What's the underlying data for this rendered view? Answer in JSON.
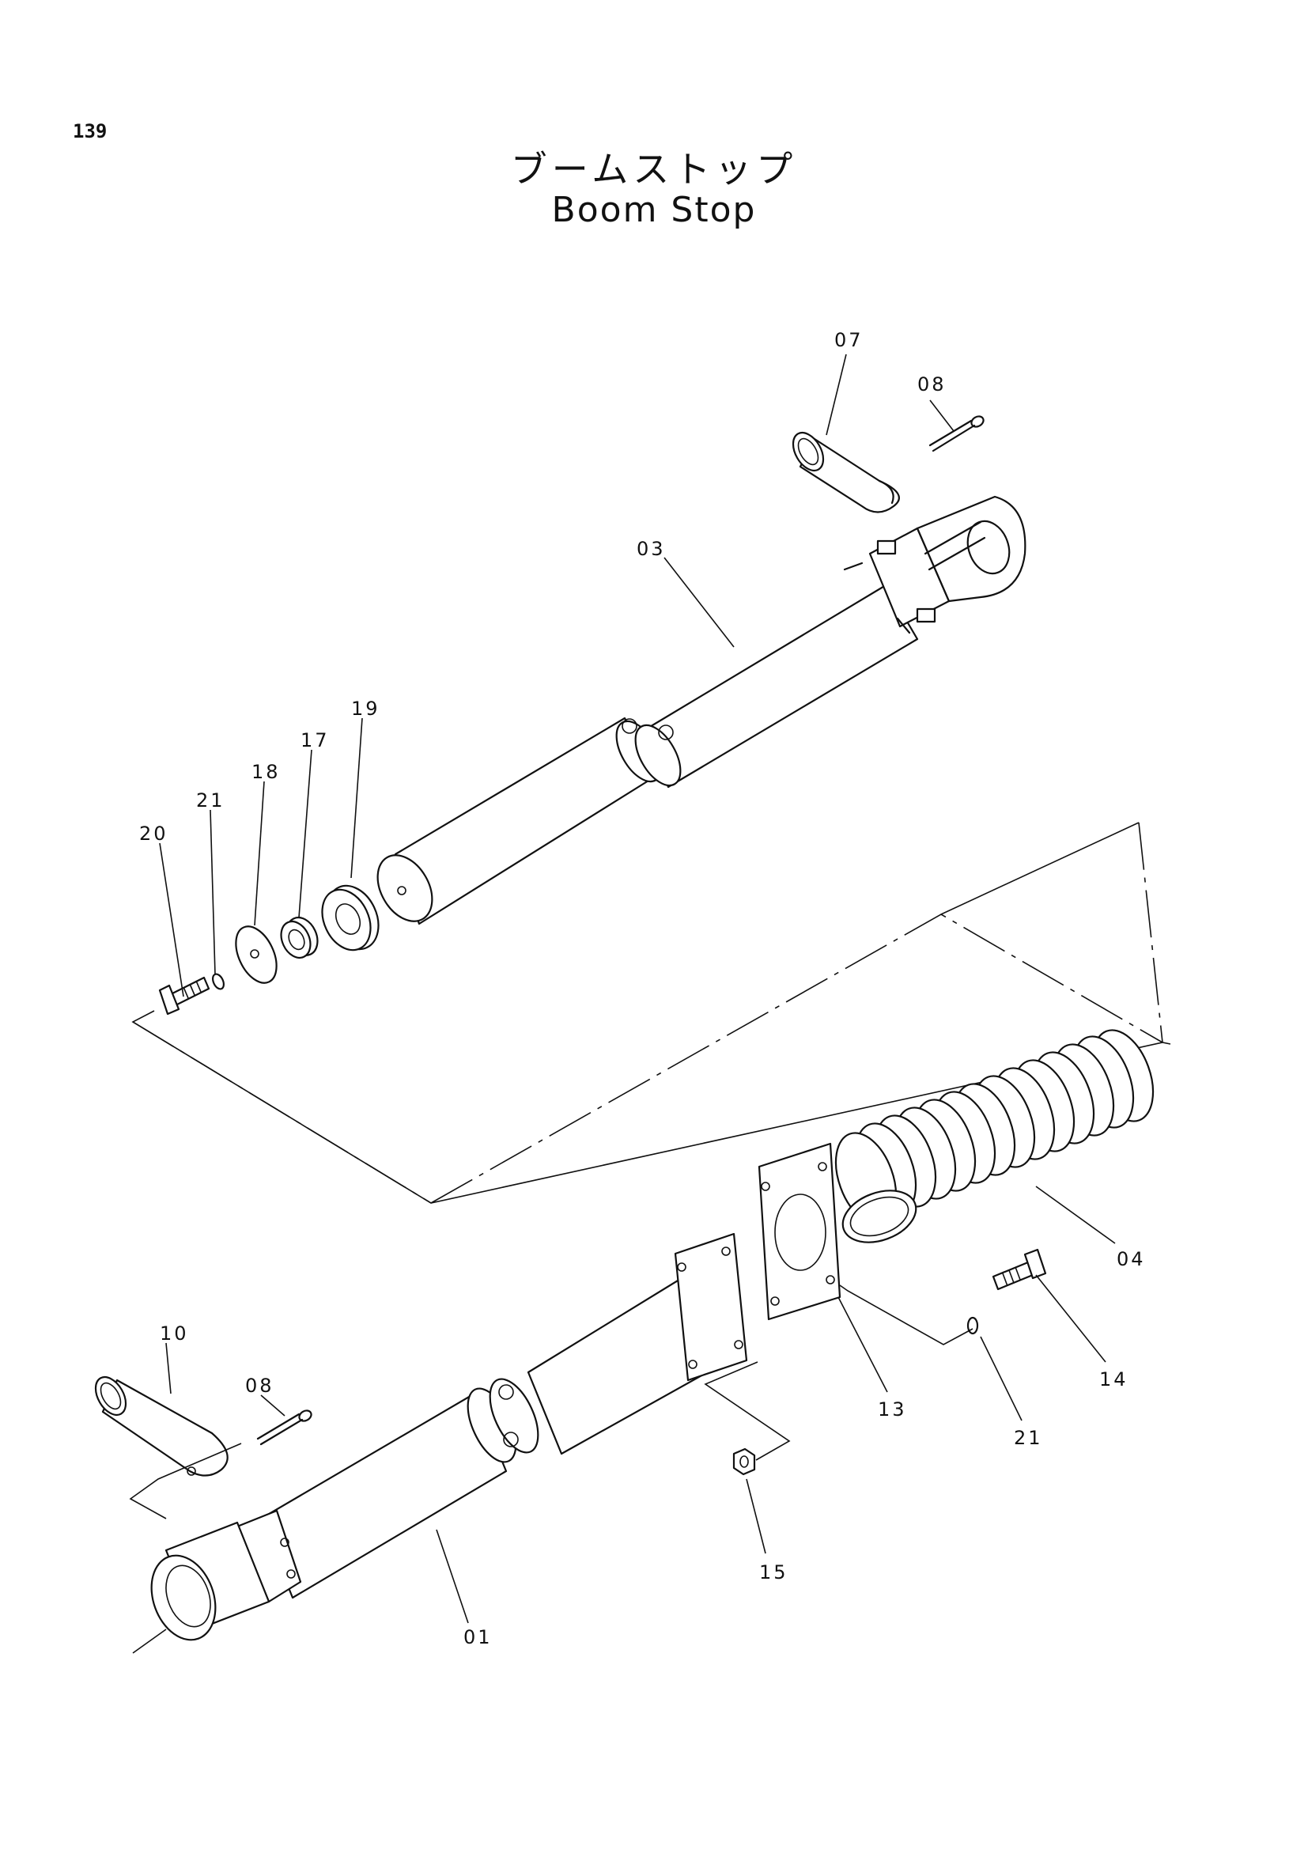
{
  "page_number": "139",
  "title_jp": "ブームストップ",
  "title_en": "Boom Stop",
  "callouts": {
    "c07": "07",
    "c08a": "08",
    "c03": "03",
    "c19": "19",
    "c17": "17",
    "c18": "18",
    "c21a": "21",
    "c20": "20",
    "c04": "04",
    "c10": "10",
    "c08b": "08",
    "c13": "13",
    "c14": "14",
    "c21b": "21",
    "c15": "15",
    "c01": "01"
  }
}
